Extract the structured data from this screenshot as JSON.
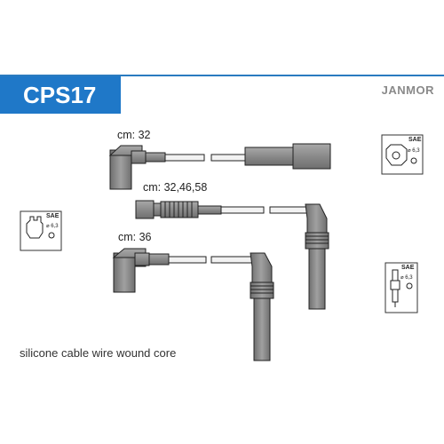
{
  "product": {
    "code": "CPS17",
    "brand": "JANMOR"
  },
  "cables": [
    {
      "label": "cm: 32"
    },
    {
      "label": "cm: 32,46,58"
    },
    {
      "label": "cm: 36"
    }
  ],
  "icons": {
    "distributor_left": {
      "sae": "SAE",
      "size": "⌀ 6,3"
    },
    "distributor_right": {
      "sae": "SAE",
      "size": "⌀ 6,3"
    },
    "spark_plug": {
      "sae": "SAE",
      "size": "⌀ 6,3"
    }
  },
  "footer": "silicone cable wire wound core",
  "colors": {
    "accent": "#1f78c8",
    "boot": "#8c8c8c",
    "outline": "#222222"
  }
}
